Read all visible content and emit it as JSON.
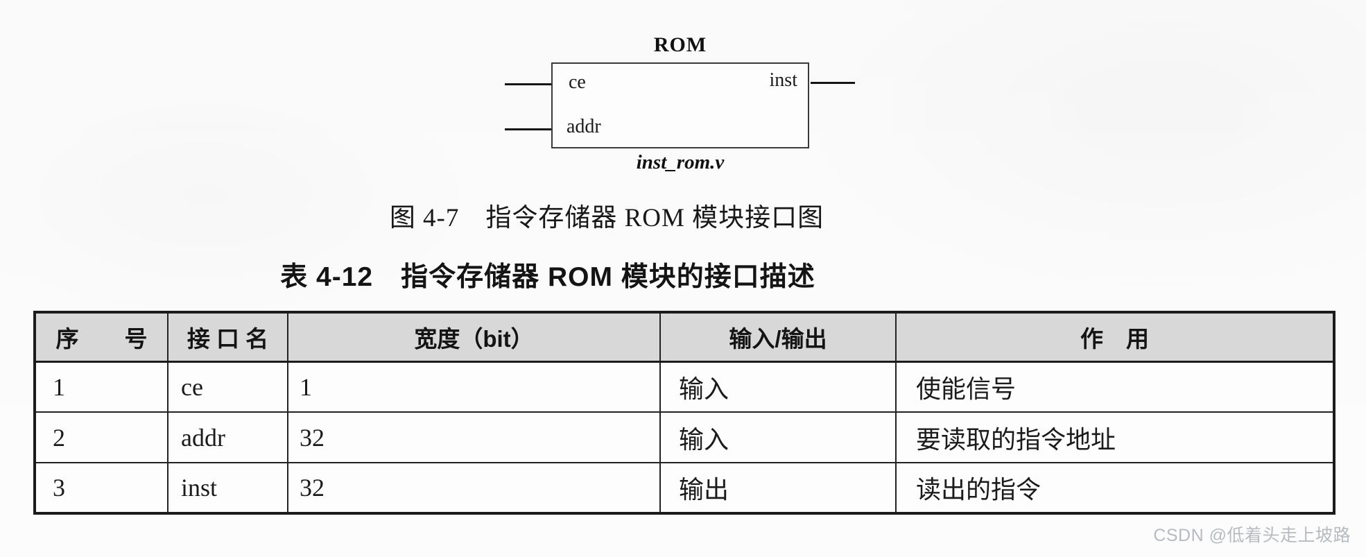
{
  "diagram": {
    "title": "ROM",
    "module_file": "inst_rom.v",
    "ports": {
      "ce": "ce",
      "addr": "addr",
      "inst": "inst"
    }
  },
  "figure_caption": "图 4-7　指令存储器 ROM 模块接口图",
  "table_caption": "表 4-12　指令存储器 ROM 模块的接口描述",
  "table": {
    "headers": [
      "序　　号",
      "接 口 名",
      "宽度（bit）",
      "输入/输出",
      "作　用"
    ],
    "rows": [
      [
        "1",
        "ce",
        "1",
        "输入",
        "使能信号"
      ],
      [
        "2",
        "addr",
        "32",
        "输入",
        "要读取的指令地址"
      ],
      [
        "3",
        "inst",
        "32",
        "输出",
        "读出的指令"
      ]
    ]
  },
  "watermark": "CSDN @低着头走上坡路",
  "colors": {
    "header_bg": "#d8d8d8",
    "table_border": "#1b1b1b",
    "watermark": "#b7bbc0"
  }
}
